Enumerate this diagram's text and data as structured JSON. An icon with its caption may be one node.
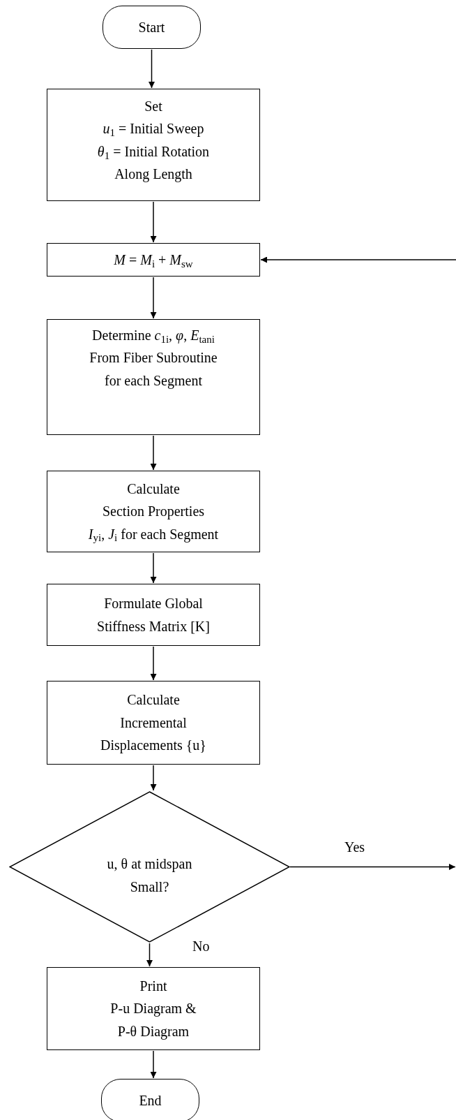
{
  "diagram": {
    "nodes": [
      {
        "text": [
          "Start"
        ]
      },
      {
        "text": [
          "Set",
          "*u*$_{1}$ = Initial Sweep",
          "*θ*$_{1}$ = Initial Rotation",
          "Along Length"
        ]
      },
      {
        "text": [
          "*M* = *M*$_{i}$ + *M*$_{sw}$"
        ]
      },
      {
        "text": [
          "Determine *c*$_{1i}$, *φ*, *E*$_{tani}$",
          "From Fiber Subroutine",
          "for each Segment"
        ]
      },
      {
        "text": [
          "Calculate",
          "Section Properties",
          "*I*$_{yi}$, *J*$_{i}$ for each Segment"
        ]
      },
      {
        "text": [
          "Formulate Global",
          "Stiffness Matrix [K]"
        ]
      },
      {
        "text": [
          "Calculate",
          "Incremental",
          "Displacements {u}"
        ]
      },
      {
        "text": [
          "u, θ at midspan",
          "Small?"
        ]
      },
      {
        "text": [
          "Print",
          "P-u Diagram &",
          "P-θ Diagram"
        ]
      },
      {
        "text": [
          "End"
        ]
      }
    ],
    "edges": [
      {
        "from": 0,
        "to": 1,
        "arrow": "to"
      },
      {
        "from": 1,
        "to": 2,
        "arrow": "to"
      },
      {
        "from": null,
        "to": 2,
        "arrow": "to"
      },
      {
        "from": 2,
        "to": 3,
        "arrow": "to"
      },
      {
        "from": 3,
        "to": 4,
        "arrow": "to"
      },
      {
        "from": 4,
        "to": 5,
        "arrow": "to"
      },
      {
        "from": 5,
        "to": 6,
        "arrow": "to"
      },
      {
        "from": 6,
        "to": 7,
        "arrow": "to"
      },
      {
        "from": 7,
        "to": null,
        "label": "Yes",
        "arrow": "to"
      },
      {
        "from": 7,
        "to": 8,
        "label": "No",
        "arrow": "to"
      },
      {
        "from": 8,
        "to": 9,
        "arrow": "to"
      }
    ]
  }
}
